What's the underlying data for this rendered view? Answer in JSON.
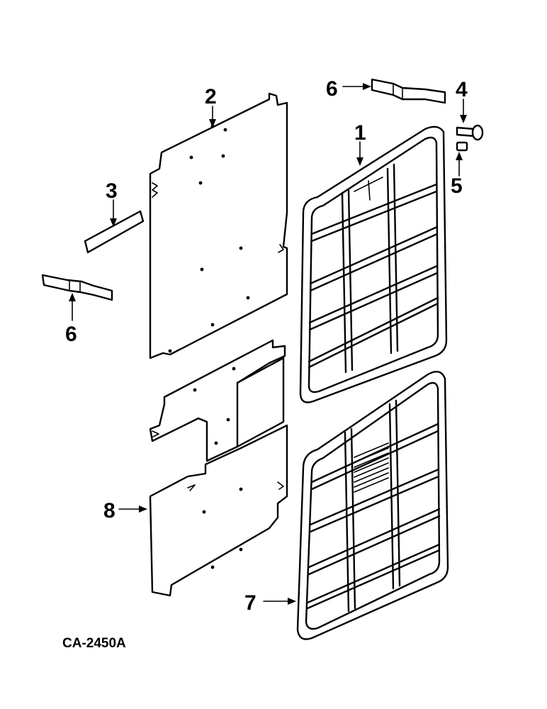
{
  "callouts": {
    "c1": "1",
    "c2": "2",
    "c3": "3",
    "c4": "4",
    "c5": "5",
    "c6a": "6",
    "c6b": "6",
    "c7": "7",
    "c8": "8"
  },
  "figure_code": "CA-2450A"
}
